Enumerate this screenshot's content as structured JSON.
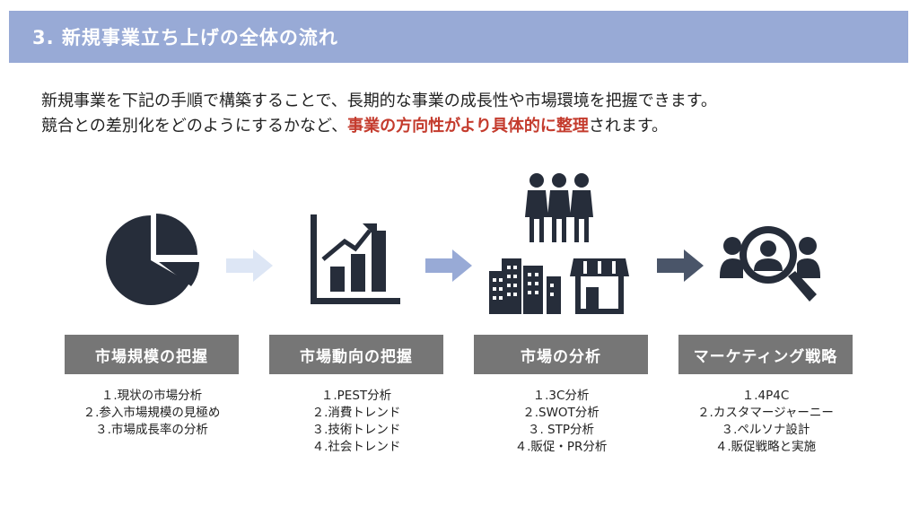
{
  "title": "3.  新規事業立ち上げの全体の流れ",
  "intro": {
    "line1": "新規事業を下記の手順で構築することで、長期的な事業の成長性や市場環境を把握できます。",
    "line2_before": "競合との差別化をどのようにするかなど、",
    "line2_highlight": "事業の方向性がより具体的に整理",
    "line2_after": "されます。"
  },
  "colors": {
    "title_bar": "#98aad6",
    "icon": "#262d3a",
    "label_bg": "#767676",
    "highlight": "#c43b2d",
    "arrow_1": "#dde6f5",
    "arrow_2": "#98aad6",
    "arrow_3": "#4a5569"
  },
  "steps": [
    {
      "icon": "pie-chart-icon",
      "label": "市場規模の把握",
      "items": [
        "１.現状の市場分析",
        "２.参入市場規模の見極め",
        "３.市場成長率の分析"
      ]
    },
    {
      "icon": "growth-bar-chart-icon",
      "label": "市場動向の把握",
      "items": [
        "１.PEST分析",
        "２.消費トレンド",
        "３.技術トレンド",
        "４.社会トレンド"
      ]
    },
    {
      "icon": "people-city-store-icon",
      "label": "市場の分析",
      "items": [
        "１.3C分析",
        "２.SWOT分析",
        "３. STP分析",
        "４.販促・PR分析"
      ]
    },
    {
      "icon": "magnifier-person-icon",
      "label": "マーケティング戦略",
      "items": [
        "１.4P4C",
        "２.カスタマージャーニー",
        "３.ペルソナ設計",
        "４.販促戦略と実施"
      ]
    }
  ]
}
